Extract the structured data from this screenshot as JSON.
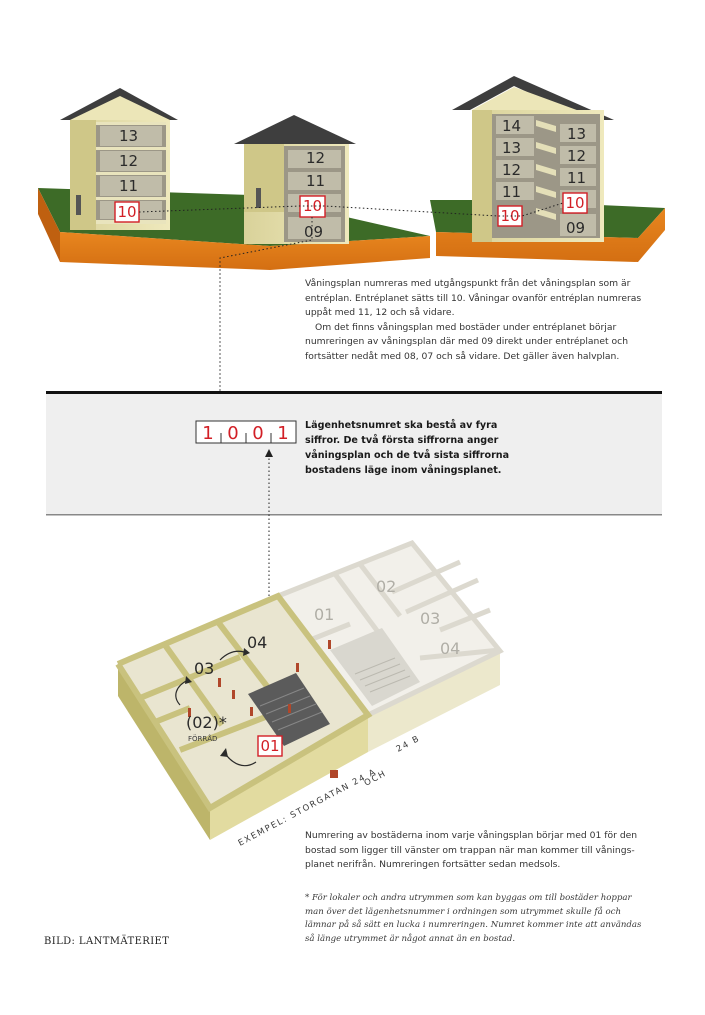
{
  "buildings": {
    "left": {
      "floors": [
        "13",
        "12",
        "11"
      ],
      "entrance": "10"
    },
    "middle": {
      "floors": [
        "12",
        "11"
      ],
      "entrance": "10",
      "below": "09"
    },
    "right": {
      "left_floors": [
        "14",
        "13",
        "12",
        "11"
      ],
      "left_entrance": "10",
      "right_floors": [
        "13",
        "12",
        "11"
      ],
      "right_entrance": "10",
      "below": "09"
    }
  },
  "intro_text": {
    "p1": "Våningsplan numreras med utgångspunkt från det våningsplan som är entréplan. Entréplanet sätts till 10. Våningar ovanför entréplan numreras uppåt med 11, 12 och så vidare.",
    "p2": "Om det finns våningsplan med bostäder under entréplanet börjar numreringen av våningsplan där med 09 direkt under entréplanet och fortsätter nedåt med 08, 07 och så vidare. Det gäller även halvplan."
  },
  "apartment_number": {
    "digits": [
      "1",
      "0",
      "0",
      "1"
    ],
    "description": "Lägenhetsnumret ska bestå av fyra siffror. De två första siffrorna anger våningsplan och de två sista siffrorna bostadens läge inom våningsplanet."
  },
  "floorplan": {
    "front_rooms": [
      "01",
      "(02)*",
      "03",
      "04"
    ],
    "storage_label": "FÖRRÅD",
    "back_rooms": [
      "01",
      "02",
      "03",
      "04"
    ],
    "address_example": "EXEMPEL: STORGATAN 24 A",
    "and_word": "OCH",
    "second_address": "24 B"
  },
  "bottom_text": "Numrering av bostäderna inom varje våningsplan börjar med 01 för den bostad som ligger till vänster om trappan när man kommer till vånings-planet nerifrån. Numreringen fortsätter sedan medsols.",
  "footnote": "* För lokaler och andra utrymmen som kan byggas om till bostäder hoppar man över det lägenhetsnummer i ordningen som utrymmet skulle få och lämnar på så sätt en lucka i numreringen. Numret kommer inte att användas så länge utrymmet är något annat än en bostad.",
  "credit": "BILD: LANTMÄTERIET",
  "colors": {
    "wall": "#e8e3b2",
    "wall_shade": "#c9c27e",
    "roof": "#3e3e3e",
    "grass": "#3d6b27",
    "soil": "#e07b1a",
    "accent_red": "#d21f26",
    "band": "#efefef",
    "stair_dark": "#5b5b5b"
  }
}
